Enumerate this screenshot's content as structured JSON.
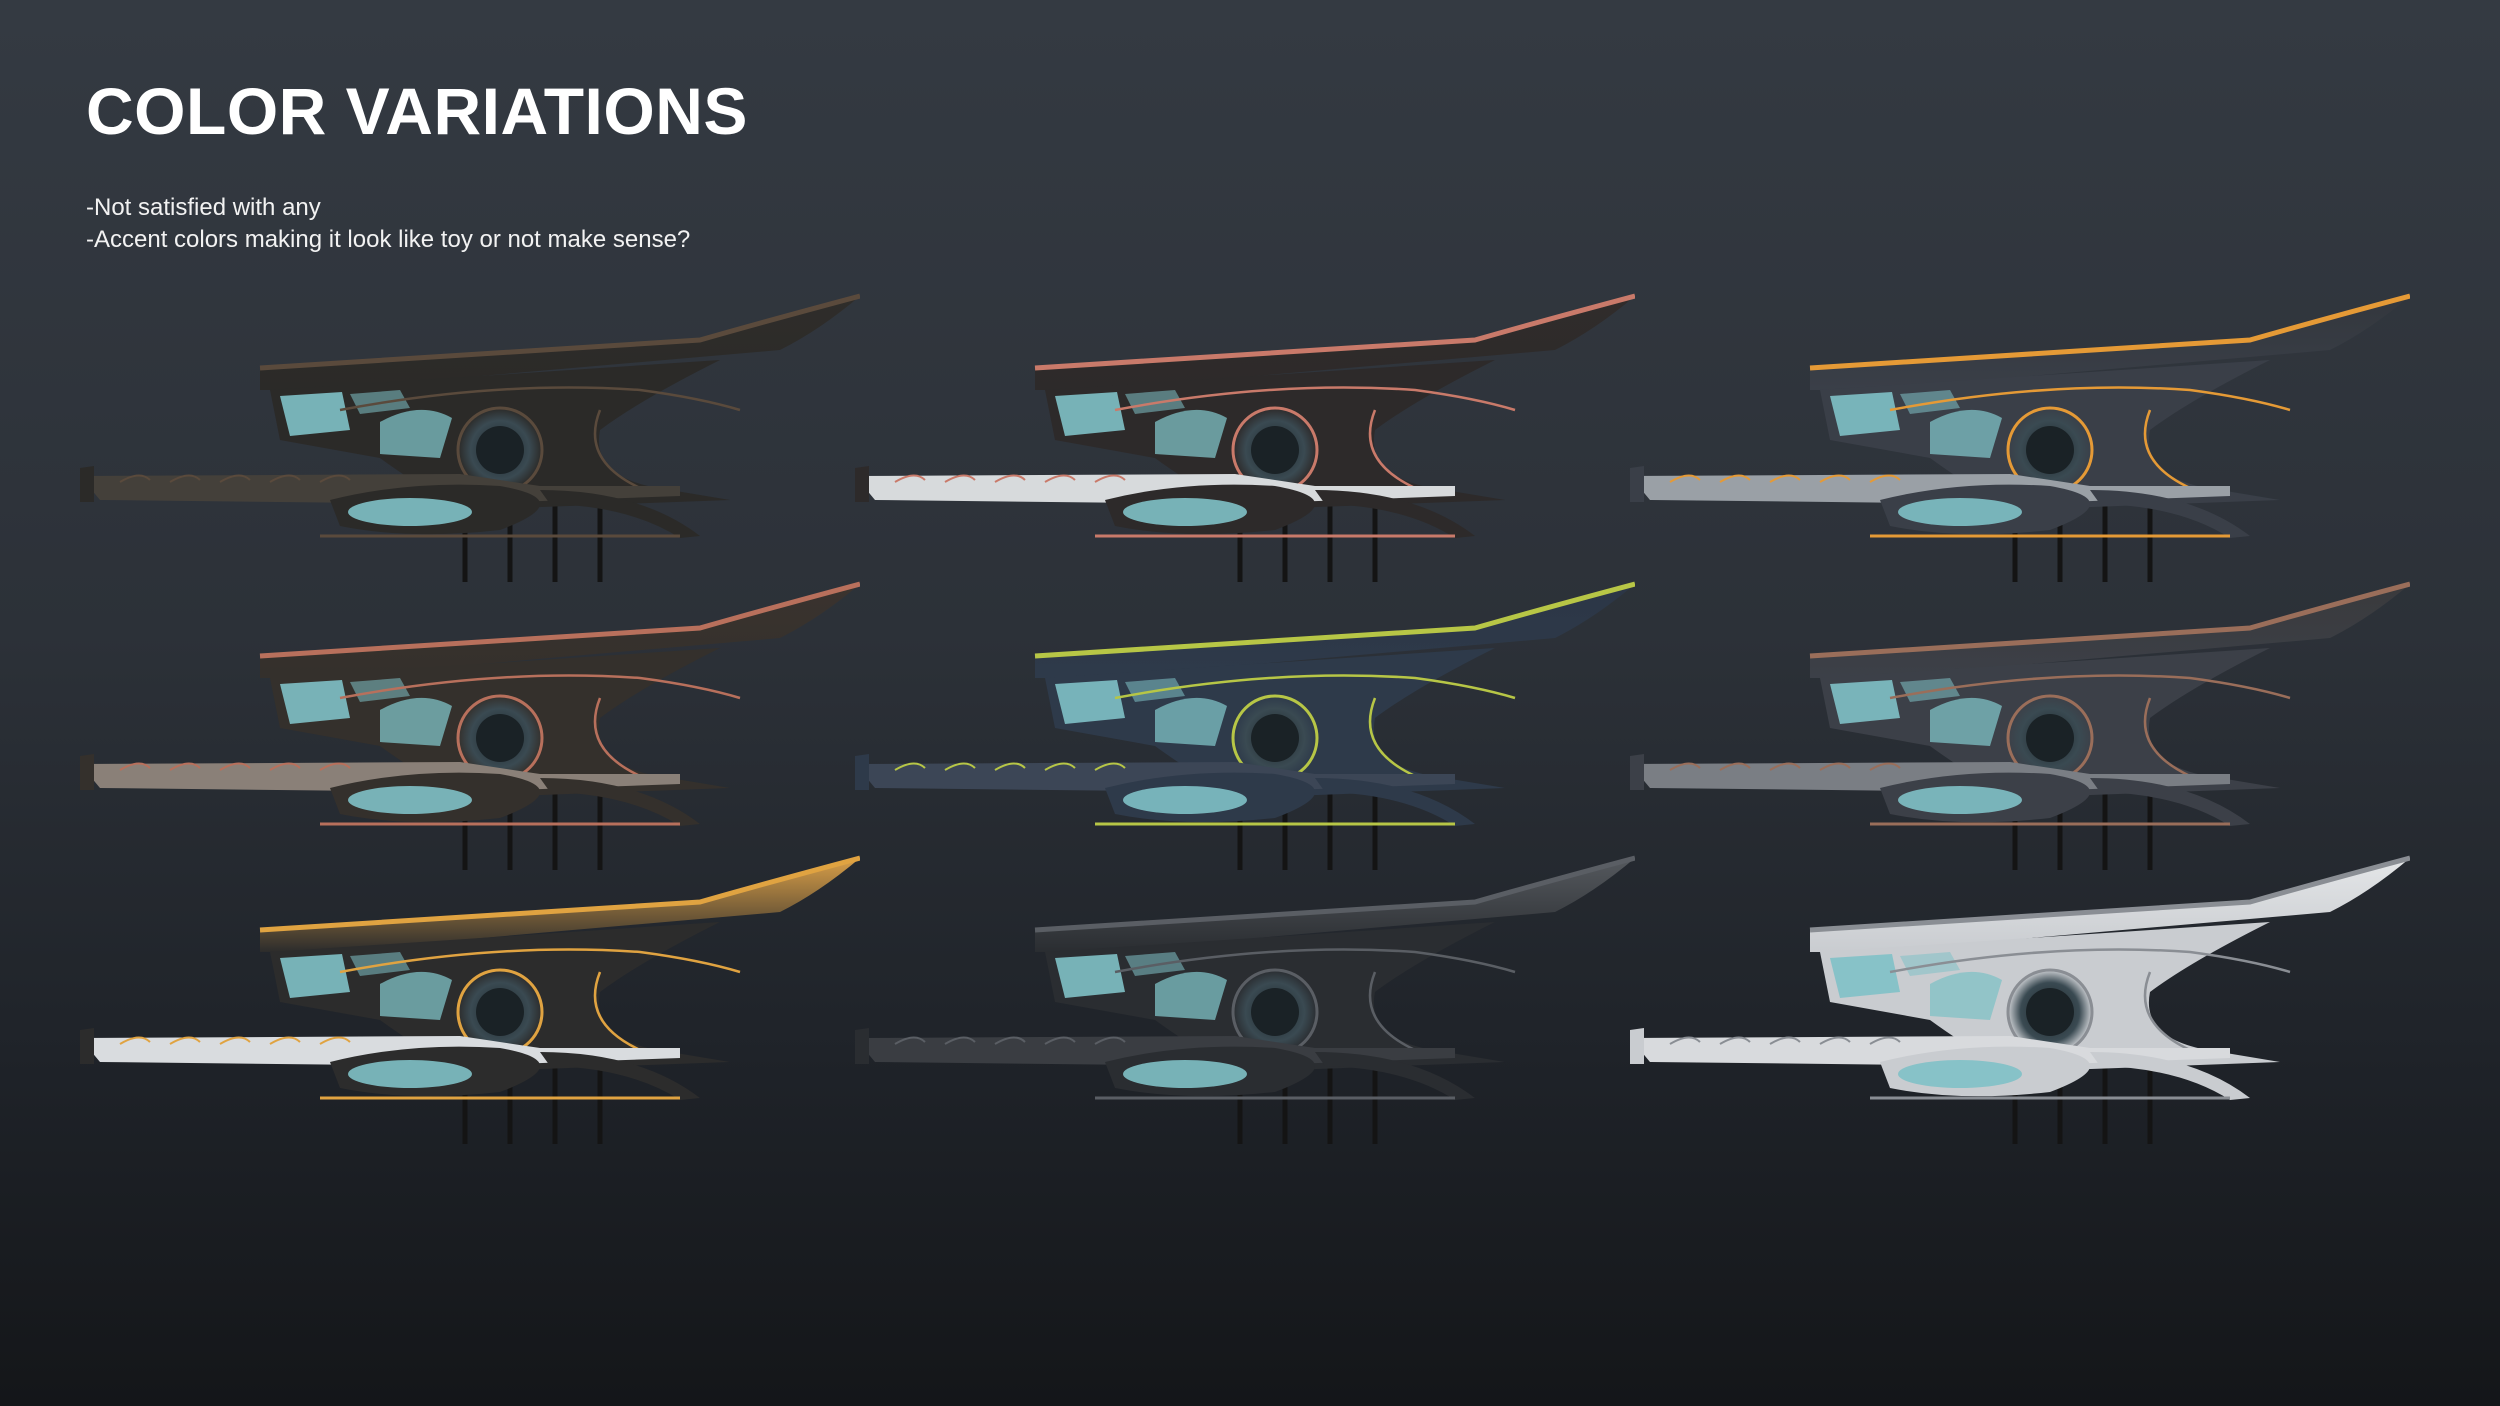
{
  "header": {
    "title": "COLOR VARIATIONS",
    "notes": [
      "-Not satisfied with any",
      "-Accent colors making it look like toy or not make sense?"
    ]
  },
  "variants": [
    {
      "body": "#2b2a28",
      "accent": "#5a4a3c",
      "top": "#2f2d2a",
      "lower": "#44403a",
      "glass": "#7fc1c6"
    },
    {
      "body": "#2d2a2a",
      "accent": "#c97a6a",
      "top": "#302c2b",
      "lower": "#d7dadc",
      "glass": "#7fc1c6"
    },
    {
      "body": "#3a3f48",
      "accent": "#e59a36",
      "top": "#33373d",
      "lower": "#9aa0a6",
      "glass": "#7fc1c6"
    },
    {
      "body": "#34302c",
      "accent": "#b8705c",
      "top": "#3a332e",
      "lower": "#8a8078",
      "glass": "#7fc1c6"
    },
    {
      "body": "#2e3a4a",
      "accent": "#b7c646",
      "top": "#2c3646",
      "lower": "#3c4656",
      "glass": "#7fc1c6"
    },
    {
      "body": "#3c4048",
      "accent": "#9a6e5a",
      "top": "#3a3a3c",
      "lower": "#7a7e84",
      "glass": "#7fc1c6"
    },
    {
      "body": "#2c2c2c",
      "accent": "#e0a341",
      "top": "#d99f48",
      "lower": "#d9dcdf",
      "glass": "#7fc1c6"
    },
    {
      "body": "#2a2d31",
      "accent": "#5a5e64",
      "top": "#55595e",
      "lower": "#3a3d42",
      "glass": "#7fc1c6"
    },
    {
      "body": "#c9ccd0",
      "accent": "#8a8e94",
      "top": "#e4e6e8",
      "lower": "#d8dadd",
      "glass": "#7fc1c6"
    }
  ]
}
